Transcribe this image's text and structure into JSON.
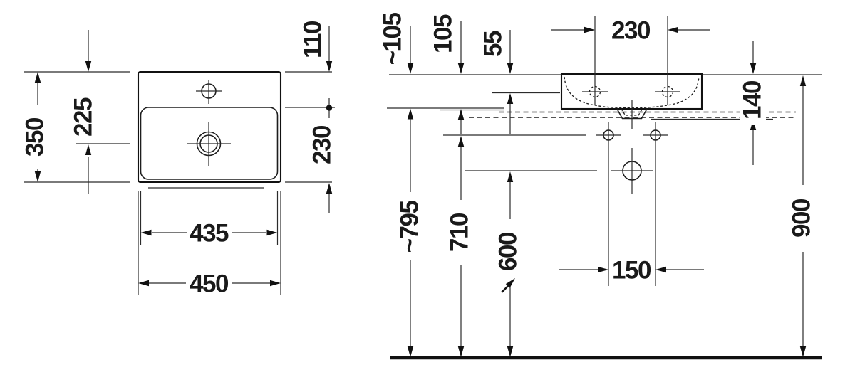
{
  "drawing": {
    "type": "washbasin installation dimension drawing",
    "units": "mm",
    "colors": {
      "line": "#1a1a1a",
      "background": "#ffffff"
    },
    "plan": {
      "overall_depth": "350",
      "rear_to_drain": "225",
      "rear_to_bowl": "110",
      "bowl_depth": "230",
      "bowl_width": "435",
      "overall_width": "450"
    },
    "front": {
      "rim_to_shelf_left": "~105",
      "rim_to_shelf": "105",
      "rim_to_front_edge": "55",
      "tap_hole_spacing": "230",
      "rim_to_underside": "140",
      "floor_to_shelf": "~795",
      "floor_to_fixing": "710",
      "floor_to_drain": "600",
      "fixing_hole_spacing": "150",
      "floor_to_rim": "900"
    }
  }
}
